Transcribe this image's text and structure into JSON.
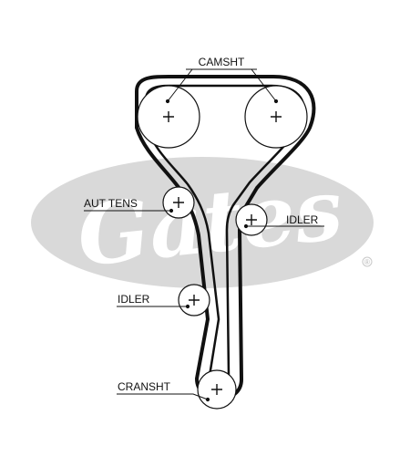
{
  "brand": {
    "logo_text": "Gates",
    "registered_mark": "®",
    "watermark_color": "#d9d9d9"
  },
  "diagram": {
    "belt_color": "#111111",
    "labels": {
      "camshaft": "CAMSHT",
      "auto_tensioner": "AUT TENS",
      "idler_right": "IDLER",
      "idler_left": "IDLER",
      "crankshaft": "CRANSHT"
    },
    "pulleys": [
      {
        "id": "camshaft-left",
        "role": "camshaft"
      },
      {
        "id": "camshaft-right",
        "role": "camshaft"
      },
      {
        "id": "auto-tensioner",
        "role": "tensioner"
      },
      {
        "id": "idler-right",
        "role": "idler"
      },
      {
        "id": "idler-left",
        "role": "idler"
      },
      {
        "id": "crankshaft",
        "role": "crankshaft"
      }
    ]
  }
}
